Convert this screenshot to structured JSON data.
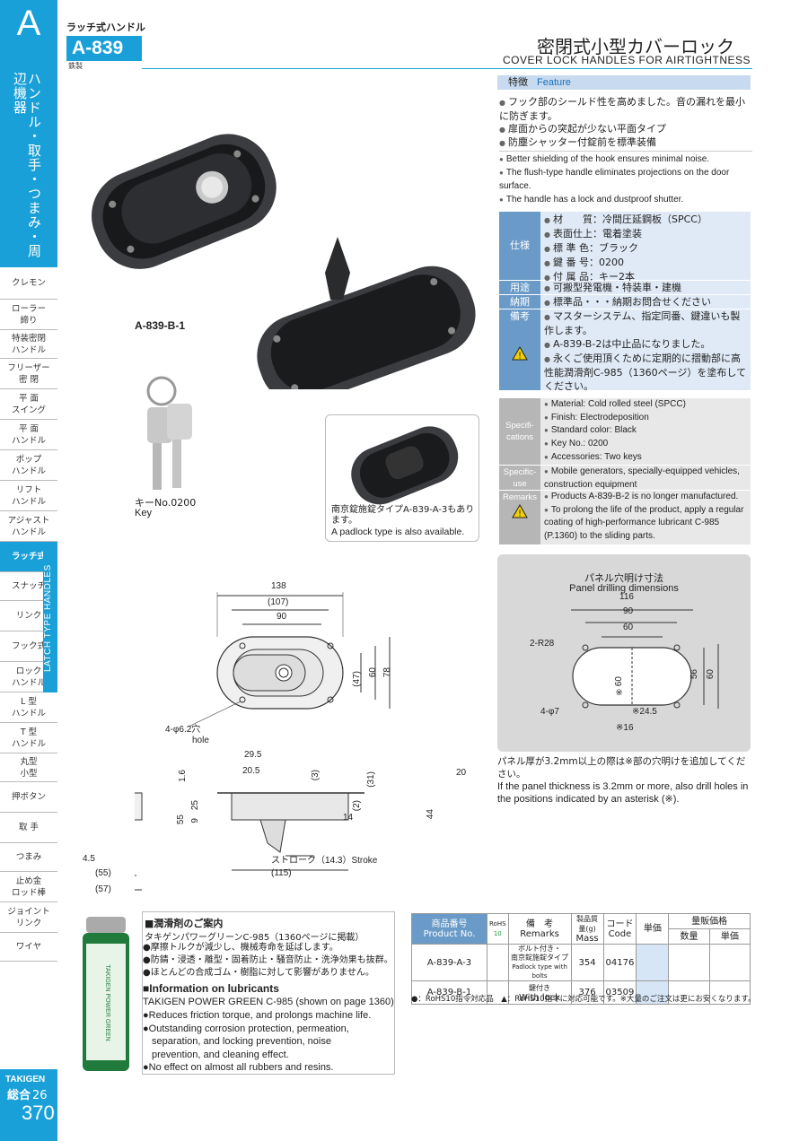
{
  "sidebar": {
    "letter": "A",
    "category": "ハンドル・取手・つまみ・周辺機器",
    "items": [
      {
        "label": "クレモン"
      },
      {
        "label": "ローラー\n締り"
      },
      {
        "label": "特装密閉\nハンドル"
      },
      {
        "label": "フリーザー\n密 閉"
      },
      {
        "label": "平 面\nスイング"
      },
      {
        "label": "平 面\nハンドル"
      },
      {
        "label": "ポップ\nハンドル"
      },
      {
        "label": "リフト\nハンドル"
      },
      {
        "label": "アジャスト\nハンドル"
      },
      {
        "label": "ラッチ式"
      },
      {
        "label": "スナッチ"
      },
      {
        "label": "リンク"
      },
      {
        "label": "フック式"
      },
      {
        "label": "ロック\nハンドル"
      },
      {
        "label": "L 型\nハンドル"
      },
      {
        "label": "T 型\nハンドル"
      },
      {
        "label": "丸型\n小型"
      },
      {
        "label": "押ボタン"
      },
      {
        "label": "取 手"
      },
      {
        "label": "つまみ"
      },
      {
        "label": "止め金\nロッド棒"
      },
      {
        "label": "ジョイント\nリンク"
      },
      {
        "label": "ワイヤ"
      }
    ],
    "latch_vertical": "LATCH TYPE HANDLES",
    "brand": "TAKIGEN",
    "catalog": "総合",
    "catalog_no": "26",
    "page": "370"
  },
  "header": {
    "category": "ラッチ式ハンドル",
    "product_code": "A-839",
    "material": "鉄製",
    "title_jp": "密閉式小型カバーロック",
    "title_en": "COVER LOCK HANDLES FOR AIRTIGHTNESS"
  },
  "feature": {
    "label_jp": "特徴",
    "label_en": "Feature",
    "jp": [
      "フック部のシールド性を高めました。音の漏れを最小に防ぎます。",
      "扉面からの突起が少ない平面タイプ",
      "防塵シャッター付錠前を標準装備"
    ],
    "en": [
      "Better shielding of the hook ensures minimal noise.",
      "The flush-type handle eliminates projections on the door surface.",
      "The handle has a lock and dustproof shutter."
    ]
  },
  "spec_jp": {
    "spec_label": "仕様",
    "specs": [
      "材　　質：冷間圧延鋼板（SPCC）",
      "表面仕上：電着塗装",
      "標 準 色：ブラック",
      "鍵 番 号：0200",
      "付 属 品：キー2本"
    ],
    "use_label": "用途",
    "use": "可搬型発電機・特装車・建機",
    "lead_label": "納期",
    "lead": "標準品・・・納期お問合せください",
    "remarks_label": "備考",
    "remarks": [
      "マスターシステム、指定同番、鍵違いも製作します。",
      "A-839-B-2は中止品になりました。",
      "永くご使用頂くために定期的に摺動部に高性能潤滑剤C-985（1360ページ）を塗布してください。"
    ]
  },
  "spec_en": {
    "spec_label": "Specifi-\ncations",
    "specs": [
      "Material: Cold rolled steel (SPCC)",
      "Finish: Electrodeposition",
      "Standard color: Black",
      "Key No.: 0200",
      "Accessories: Two keys"
    ],
    "use_label": "Specific-\nuse",
    "use": "Mobile generators, specially-equipped vehicles, construction equipment",
    "remarks_label": "Remarks",
    "remarks": [
      "Products A-839-B-2 is no longer manufactured.",
      "To prolong the life of the product, apply a regular coating of high-performance lubricant C-985 (P.1360) to the sliding parts."
    ]
  },
  "images": {
    "model_label": "A-839-B-1",
    "key_jp": "キーNo.0200",
    "key_en": "Key",
    "padlock_jp": "南京錠施錠タイプA-839-A-3もあります。",
    "padlock_en": "A padlock type is also available."
  },
  "drawing": {
    "dims": {
      "d138": "138",
      "d107": "(107)",
      "d90": "90",
      "d47": "(47)",
      "d60": "60",
      "d78": "78",
      "hole": "4-φ6.2穴",
      "hole_en": "hole",
      "d29_5": "29.5",
      "d20_5": "20.5",
      "d3": "(3)",
      "d31": "(31)",
      "d1_6": "1.6",
      "d25": "25",
      "d9": "9",
      "d55": "55",
      "d14": "14",
      "d2": "(2)",
      "stroke": "ストローク（14.3）Stroke",
      "d115": "(115)",
      "d4_5": "4.5",
      "d55b": "(55)",
      "d57": "(57)",
      "d20": "20",
      "d44": "44"
    }
  },
  "panel": {
    "title_jp": "パネル穴明け寸法",
    "title_en": "Panel drilling dimensions",
    "dims": {
      "d116": "116",
      "d90": "90",
      "d60": "60",
      "r28": "2-R28",
      "d56": "56",
      "d60v": "60",
      "d60s": "※60",
      "phi7": "4-φ7",
      "d24_5": "※24.5",
      "d16": "※16"
    },
    "note_jp": "パネル厚が3.2mm以上の際は※部の穴明けを追加してください。",
    "note_en": "If the panel thickness is 3.2mm or more, also drill holes in the positions indicated by an asterisk (※)."
  },
  "lubricant": {
    "heading_jp": "■潤滑剤のご案内",
    "sub_jp": "タキゲンパワーグリーンC-985（1360ページに掲載）",
    "points_jp": [
      "●摩擦トルクが減少し、機械寿命を延ばします。",
      "●防錆・浸透・離型・固着防止・騒音防止・洗浄効果も抜群。",
      "●ほとんどの合成ゴム・樹脂に対して影響がありません。"
    ],
    "heading_en": "■Information on lubricants",
    "sub_en": "TAKIGEN POWER GREEN C-985 (shown on page 1360)",
    "points_en": [
      "●Reduces friction torque, and prolongs machine life.",
      "●Outstanding corrosion protection, permeation,",
      "separation, and locking prevention, noise",
      "prevention, and cleaning effect.",
      "●No effect on almost all rubbers and resins."
    ],
    "can_text": "TAKIGEN POWER GREEN"
  },
  "table": {
    "headers": {
      "product_jp": "商品番号",
      "product_en": "Product No.",
      "rohs": "RoHS",
      "rohs_sub": "10",
      "remarks_jp": "備　考",
      "remarks_en": "Remarks",
      "mass_jp": "製品質量(g)",
      "mass_en": "Mass",
      "code_jp": "コード",
      "code_en": "Code",
      "unit": "単価",
      "bulk": "量販価格",
      "qty": "数量",
      "unit2": "単価"
    },
    "rows": [
      {
        "product": "A-839-A-3",
        "remarks1": "ボルト付き・",
        "remarks2": "南京錠施錠タイプ",
        "remarks3": "Padlock type with bolts",
        "mass": "354",
        "code": "04176"
      },
      {
        "product": "A-839-B-1",
        "remarks1": "鍵付き",
        "remarks2": "With lock",
        "remarks3": "",
        "mass": "376",
        "code": "03509"
      }
    ],
    "legend": "●：RoHS10指令対応品　▲：RoHS10指令に対応可能です。※大量のご注文は更にお安くなります。"
  },
  "colors": {
    "accent": "#1aa0d8",
    "spec_label": "#6a9bc8",
    "spec_bg": "#e0eaf6"
  }
}
